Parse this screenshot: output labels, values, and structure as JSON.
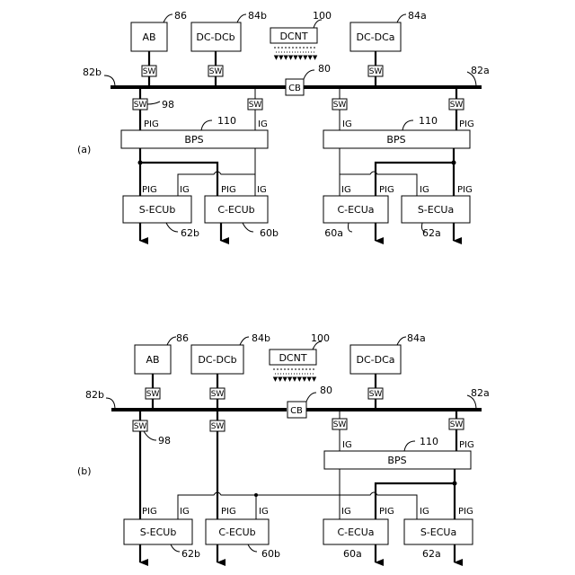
{
  "labels": {
    "ab": "AB",
    "dcdc_b": "DC-DCb",
    "dcnt": "DCNT",
    "dcdc_a": "DC-DCa",
    "sw": "SW",
    "cb": "CB",
    "bps": "BPS",
    "secu_b": "S-ECUb",
    "cecu_b": "C-ECUb",
    "cecu_a": "C-ECUa",
    "secu_a": "S-ECUa",
    "pig": "PIG",
    "ig": "IG"
  },
  "refs": {
    "ab": "86",
    "dcdc_b": "84b",
    "dcnt": "100",
    "dcdc_a": "84a",
    "cb": "80",
    "bus_b": "82b",
    "bus_a": "82a",
    "sw": "98",
    "bps": "110",
    "secu_b": "62b",
    "cecu_b": "60b",
    "cecu_a": "60a",
    "secu_a": "62a"
  },
  "panels": [
    {
      "id": "a",
      "caption": "(a)"
    },
    {
      "id": "b",
      "caption": "(b)"
    }
  ]
}
